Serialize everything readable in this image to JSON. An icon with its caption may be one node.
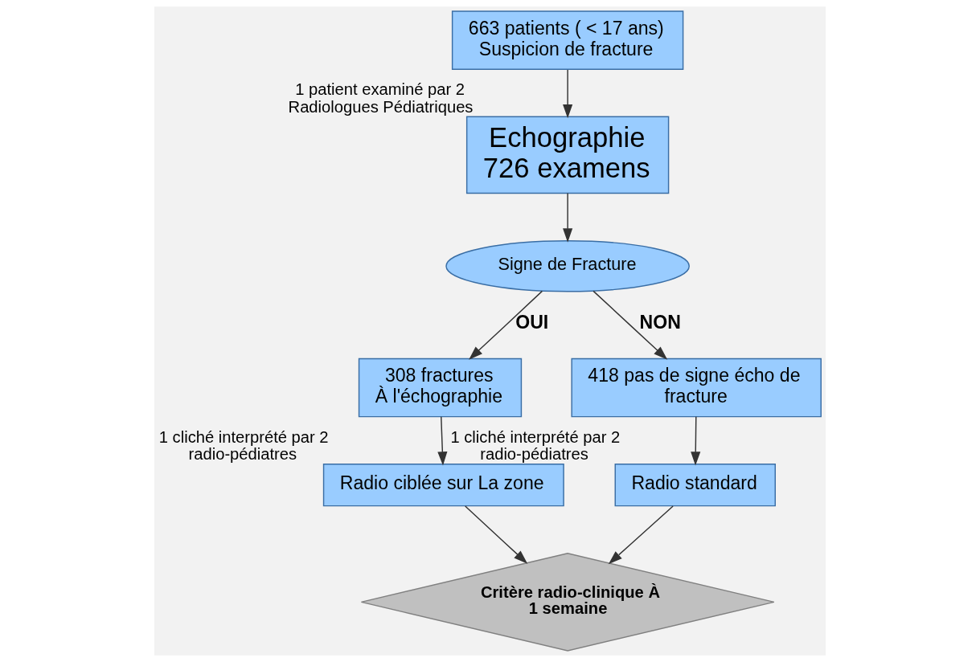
{
  "diagram": {
    "nodes": [
      {
        "text": [
          "663 patients ( < 17 ans)",
          "Suspicion de fracture"
        ]
      },
      {
        "text": [
          "Echographie",
          "726 examens"
        ],
        "beside": [
          "1 patient examiné par 2 Radiologues Pédiatriques"
        ]
      },
      {
        "text": [
          "Signe de Fracture"
        ]
      },
      {
        "text": [
          "308 fractures",
          "À l'échographie"
        ]
      },
      {
        "text": [
          "418 pas de signe écho de fracture"
        ]
      },
      {
        "text": [
          "Radio ciblée sur La zone"
        ],
        "beside": [
          "1 cliché interprété par 2 radio-pédiatres"
        ]
      },
      {
        "text": [
          "Critère radio-clinique À 1 semaine"
        ]
      },
      {
        "text": [
          "Radio standard"
        ],
        "beside": [
          "1 cliché interprété par 2 radio-pédiatres"
        ]
      }
    ],
    "edges": [
      {
        "from": 0,
        "to": 1,
        "arrow": "to"
      },
      {
        "from": 1,
        "to": 2,
        "arrow": "to"
      },
      {
        "from": 2,
        "to": 3,
        "arrow": "to",
        "label": "OUI"
      },
      {
        "from": 2,
        "to": 4,
        "arrow": "to",
        "label": "NON"
      },
      {
        "from": 3,
        "to": 5,
        "arrow": "to"
      },
      {
        "from": 4,
        "to": 7,
        "arrow": "to"
      },
      {
        "from": 5,
        "to": 6,
        "arrow": "to"
      },
      {
        "from": 7,
        "to": 6,
        "arrow": "to"
      }
    ]
  }
}
